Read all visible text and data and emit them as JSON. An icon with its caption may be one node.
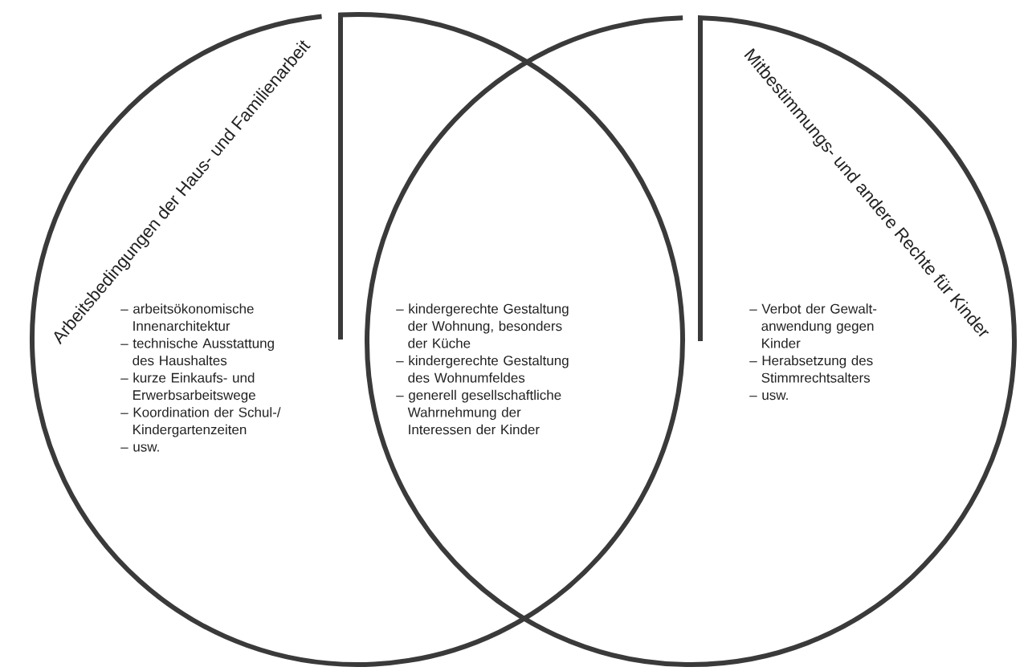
{
  "diagram": {
    "nodes": [
      {
        "text": [
          "Arbeitsbedingungen der Haus- und Familienarbeit",
          "– arbeitsökonomische Innenarchitektur",
          "– technische Ausstattung des Haushaltes",
          "– kurze Einkaufs- und Erwerbsarbeitswege",
          "– Koordination der Schul-/ Kindergartenzeiten",
          "– usw."
        ]
      },
      {
        "text": [
          "Mitbestimmungs- und andere Rechte für Kinder",
          "– Verbot der Gewalt- anwendung gegen Kinder",
          "– Herabsetzung des Stimmrechtsalters",
          "– usw."
        ]
      }
    ],
    "labels": [
      "– kindergerechte Gestaltung der Wohnung, besonders der Küche",
      "– kindergerechte Gestaltung des Wohnumfeldes",
      "– generell gesellschaftliche Wahrnehmung der Interessen der Kinder"
    ]
  }
}
